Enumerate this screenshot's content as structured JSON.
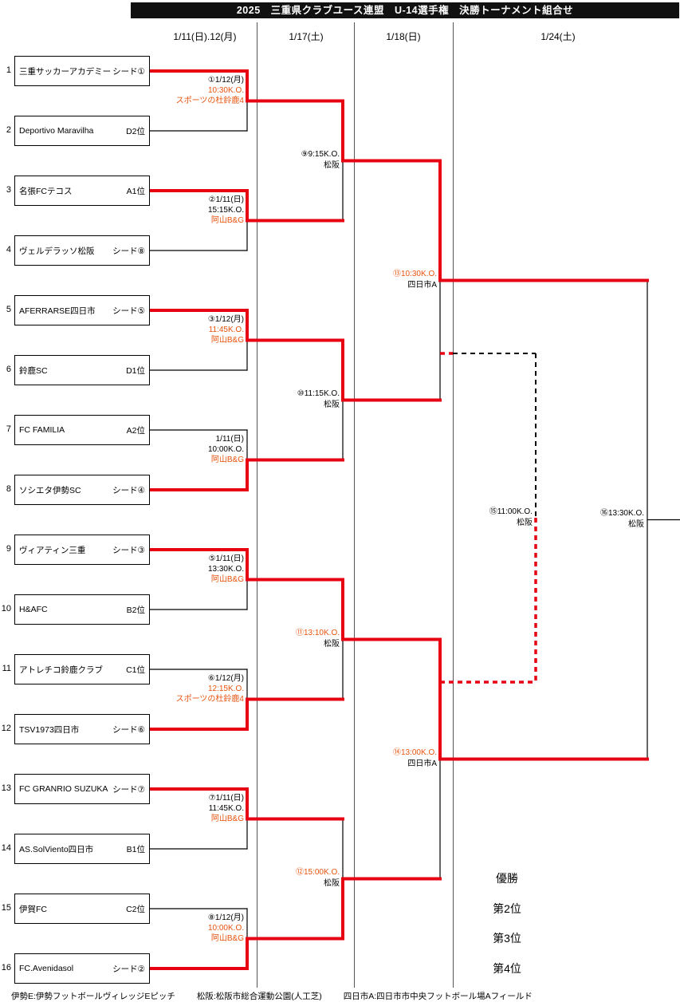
{
  "title": "2025　三重県クラブユース連盟　U-14選手権　決勝トーナメント組合せ",
  "columns": [
    "1/11(日).12(月)",
    "1/17(土)",
    "1/18(日)",
    "1/24(土)"
  ],
  "teams": [
    {
      "no": "1",
      "name": "三重サッカーアカデミー",
      "qual": "シード①"
    },
    {
      "no": "2",
      "name": "Deportivo Maravilha",
      "qual": "D2位"
    },
    {
      "no": "3",
      "name": "名張FCテコス",
      "qual": "A1位"
    },
    {
      "no": "4",
      "name": "ヴェルデラッソ松阪",
      "qual": "シード⑧"
    },
    {
      "no": "5",
      "name": "AFERRARSE四日市",
      "qual": "シード⑤"
    },
    {
      "no": "6",
      "name": "鈴鹿SC",
      "qual": "D1位"
    },
    {
      "no": "7",
      "name": "FC FAMILIA",
      "qual": "A2位"
    },
    {
      "no": "8",
      "name": "ソシエタ伊勢SC",
      "qual": "シード④"
    },
    {
      "no": "9",
      "name": "ヴィアティン三重",
      "qual": "シード③"
    },
    {
      "no": "10",
      "name": "H&AFC",
      "qual": "B2位"
    },
    {
      "no": "11",
      "name": "アトレチコ鈴鹿クラブ",
      "qual": "C1位"
    },
    {
      "no": "12",
      "name": "TSV1973四日市",
      "qual": "シード⑥"
    },
    {
      "no": "13",
      "name": "FC GRANRIO SUZUKA",
      "qual": "シード⑦"
    },
    {
      "no": "14",
      "name": "AS.SolViento四日市",
      "qual": "B1位"
    },
    {
      "no": "15",
      "name": "伊賀FC",
      "qual": "C2位"
    },
    {
      "no": "16",
      "name": "FC.Avenidasol",
      "qual": "シード②"
    }
  ],
  "round1_matches": [
    {
      "label": "①1/12(月)",
      "time": "10:30K.O.",
      "venue": "スポーツの杜鈴鹿4"
    },
    {
      "label": "②1/11(日)",
      "time": "15:15K.O.",
      "venue": "阿山B&G"
    },
    {
      "label": "③1/12(月)",
      "time": "11:45K.O.",
      "venue": "阿山B&G"
    },
    {
      "label": "1/11(日)",
      "time": "10:00K.O.",
      "venue": "阿山B&G"
    },
    {
      "label": "⑤1/11(日)",
      "time": "13:30K.O.",
      "venue": "阿山B&G"
    },
    {
      "label": "⑥1/12(月)",
      "time": "12:15K.O.",
      "venue": "スポーツの杜鈴鹿4"
    },
    {
      "label": "⑦1/11(日)",
      "time": "11:45K.O.",
      "venue": "阿山B&G"
    },
    {
      "label": "⑧1/12(月)",
      "time": "10:00K.O.",
      "venue": "阿山B&G"
    }
  ],
  "round2_matches": [
    {
      "label": "⑨9:15K.O.",
      "venue": "松阪"
    },
    {
      "label": "⑩11:15K.O.",
      "venue": "松阪"
    },
    {
      "label": "⑪13:10K.O.",
      "venue": "松阪"
    },
    {
      "label": "⑫15:00K.O.",
      "venue": "松阪"
    }
  ],
  "semifinals": [
    {
      "label": "⑬10:30K.O.",
      "venue": "四日市A"
    },
    {
      "label": "⑭13:00K.O.",
      "venue": "四日市A"
    }
  ],
  "third_place": {
    "label": "⑮11:00K.O.",
    "venue": "松阪"
  },
  "final": {
    "label": "⑯13:30K.O.",
    "venue": "松阪"
  },
  "placements": [
    "優勝",
    "第2位",
    "第3位",
    "第4位"
  ],
  "legend": [
    "伊勢E:伊勢フットボールヴィレッジEピッチ",
    "松阪:松阪市総合運動公園(人工芝)",
    "四日市A:四日市市中央フットボール場Aフィールド"
  ],
  "colors": {
    "line_red": "#e60012",
    "text_red": "#e8530e",
    "header_bg": "#111111"
  },
  "lines": {
    "solid_black": [
      [
        188,
        164,
        310,
        164
      ],
      [
        188,
        314,
        310,
        314
      ],
      [
        188,
        464,
        310,
        464
      ],
      [
        188,
        539,
        310,
        539
      ],
      [
        188,
        764,
        310,
        764
      ],
      [
        188,
        839,
        310,
        839
      ],
      [
        188,
        1064,
        310,
        1064
      ],
      [
        188,
        1139,
        310,
        1139
      ],
      [
        310,
        126.5,
        310,
        164
      ],
      [
        310,
        276.5,
        310,
        314
      ],
      [
        310,
        426.5,
        310,
        464
      ],
      [
        310,
        539,
        310,
        576.5
      ],
      [
        310,
        726.5,
        310,
        764
      ],
      [
        310,
        839,
        310,
        876.5
      ],
      [
        310,
        1026.5,
        310,
        1064
      ],
      [
        310,
        1139,
        310,
        1176.5
      ],
      [
        430,
        201.5,
        430,
        276.5
      ],
      [
        430,
        501.5,
        430,
        576.5
      ],
      [
        430,
        801.5,
        430,
        876.5
      ],
      [
        430,
        1026.5,
        430,
        1101.5
      ],
      [
        552,
        351.5,
        552,
        501.5
      ],
      [
        552,
        951.5,
        552,
        1101.5
      ],
      [
        812,
        351.5,
        812,
        951.5
      ],
      [
        812,
        651.5,
        853,
        651.5
      ]
    ],
    "solid_red": [
      [
        188,
        89,
        310,
        89
      ],
      [
        188,
        239,
        310,
        239
      ],
      [
        188,
        389,
        310,
        389
      ],
      [
        188,
        614,
        310,
        614
      ],
      [
        188,
        689,
        310,
        689
      ],
      [
        188,
        914,
        310,
        914
      ],
      [
        188,
        989,
        310,
        989
      ],
      [
        188,
        1214,
        310,
        1214
      ],
      [
        310,
        89,
        310,
        126.5
      ],
      [
        310,
        239,
        310,
        276.5
      ],
      [
        310,
        389,
        310,
        426.5
      ],
      [
        310,
        576.5,
        310,
        614
      ],
      [
        310,
        689,
        310,
        726.5
      ],
      [
        310,
        876.5,
        310,
        914
      ],
      [
        310,
        989,
        310,
        1026.5
      ],
      [
        310,
        1176.5,
        310,
        1214
      ],
      [
        310,
        126.5,
        430,
        126.5
      ],
      [
        310,
        276.5,
        430,
        276.5
      ],
      [
        310,
        426.5,
        430,
        426.5
      ],
      [
        310,
        576.5,
        430,
        576.5
      ],
      [
        310,
        726.5,
        430,
        726.5
      ],
      [
        310,
        876.5,
        430,
        876.5
      ],
      [
        310,
        1026.5,
        430,
        1026.5
      ],
      [
        310,
        1176.5,
        430,
        1176.5
      ],
      [
        430,
        126.5,
        430,
        201.5
      ],
      [
        430,
        426.5,
        430,
        501.5
      ],
      [
        430,
        726.5,
        430,
        801.5
      ],
      [
        430,
        1101.5,
        430,
        1176.5
      ],
      [
        430,
        201.5,
        552,
        201.5
      ],
      [
        430,
        501.5,
        552,
        501.5
      ],
      [
        430,
        801.5,
        552,
        801.5
      ],
      [
        430,
        1101.5,
        552,
        1101.5
      ],
      [
        552,
        201.5,
        552,
        351.5
      ],
      [
        552,
        801.5,
        552,
        951.5
      ],
      [
        552,
        351.5,
        812,
        351.5
      ],
      [
        552,
        951.5,
        812,
        951.5
      ]
    ],
    "dashed_black": [
      [
        568,
        443,
        672,
        443
      ],
      [
        672,
        443,
        672,
        649
      ]
    ],
    "dashed_red": [
      [
        552,
        443,
        568,
        443
      ],
      [
        552,
        855,
        672,
        855
      ],
      [
        672,
        649,
        672,
        855
      ]
    ]
  }
}
